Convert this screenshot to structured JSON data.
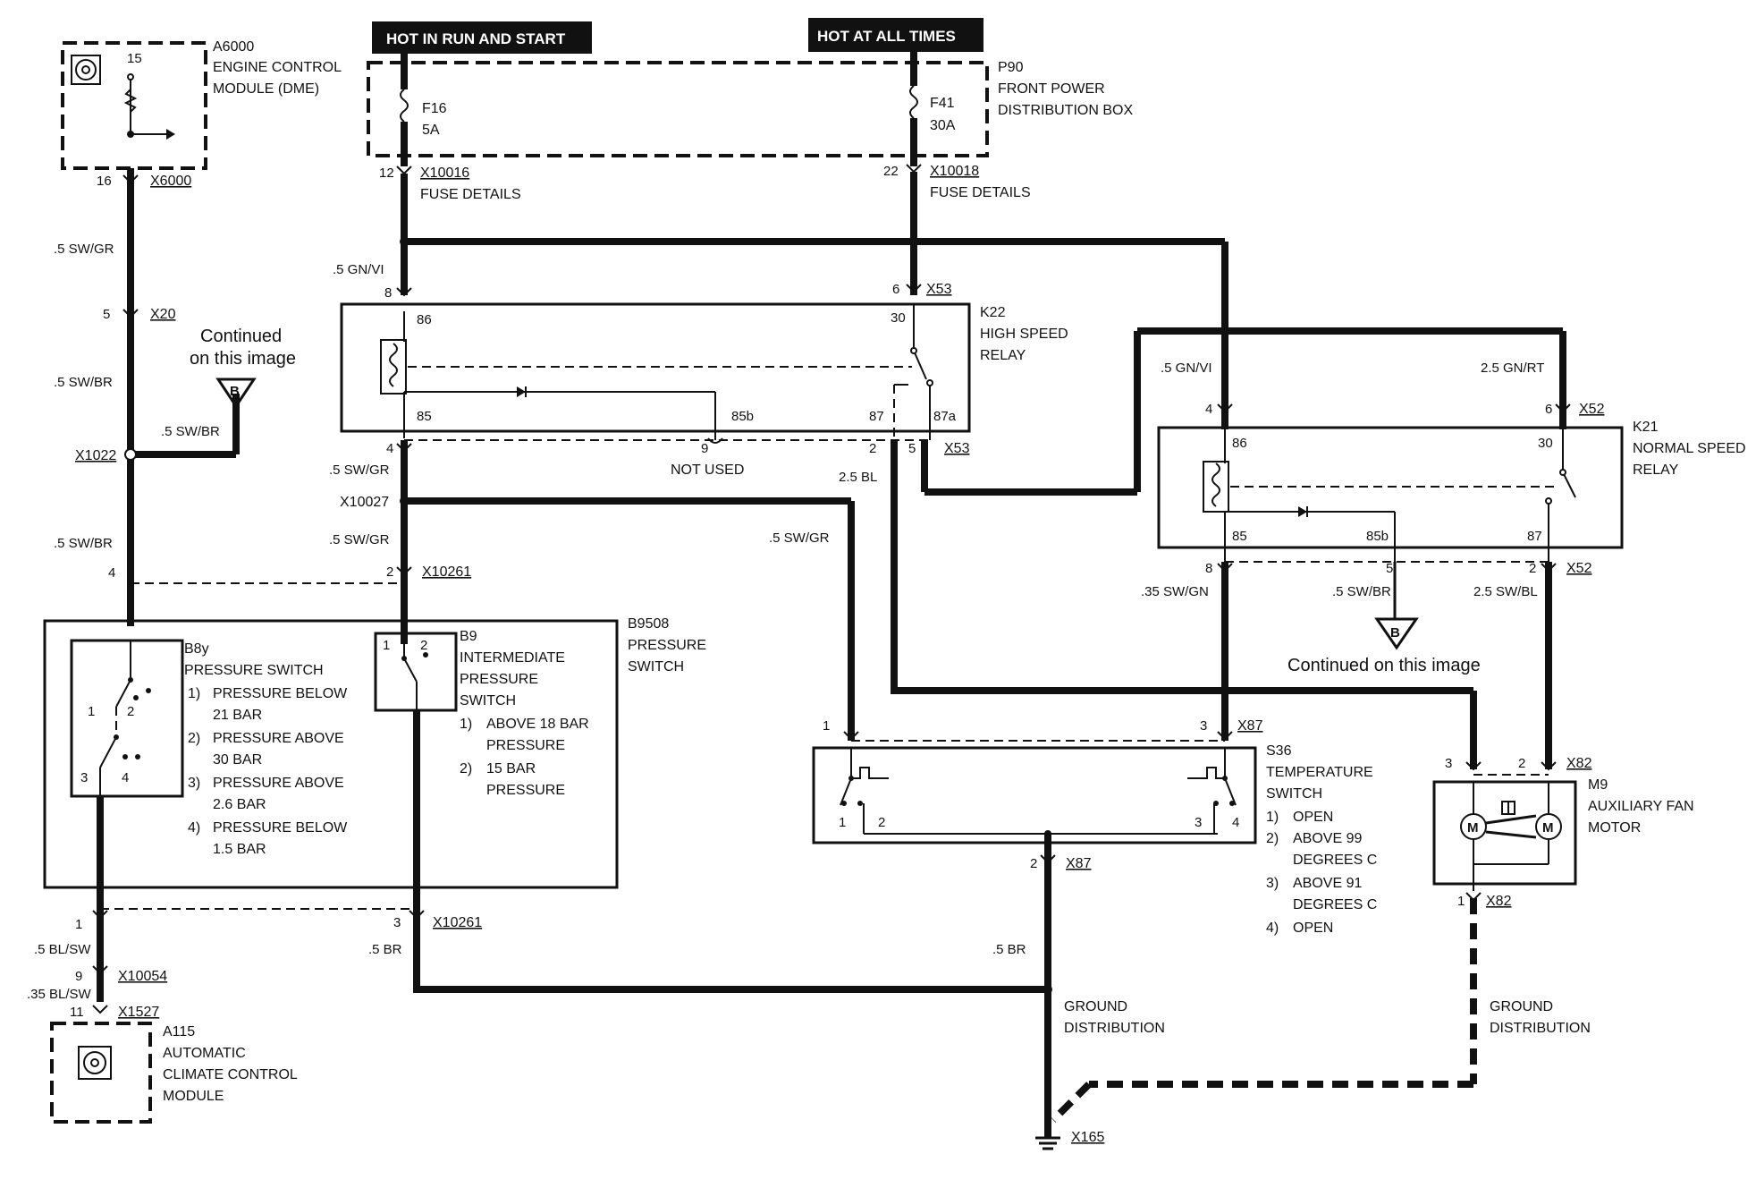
{
  "power": {
    "hot_run_start": "HOT IN RUN AND START",
    "hot_all_times": "HOT AT ALL TIMES"
  },
  "components": {
    "ecm": {
      "id": "A6000",
      "line1": "ENGINE CONTROL",
      "line2": "MODULE (DME)",
      "pin": "15"
    },
    "fuse_box": {
      "id": "P90",
      "line1": "FRONT POWER",
      "line2": "DISTRIBUTION BOX"
    },
    "f16": {
      "id": "F16",
      "rating": "5A"
    },
    "f41": {
      "id": "F41",
      "rating": "30A"
    },
    "k22": {
      "id": "K22",
      "line1": "HIGH SPEED",
      "line2": "RELAY",
      "p86": "86",
      "p30": "30",
      "p85": "85",
      "p85b": "85b",
      "p87": "87",
      "p87a": "87a"
    },
    "k21": {
      "id": "K21",
      "line1": "NORMAL SPEED",
      "line2": "RELAY",
      "p86": "86",
      "p30": "30",
      "p85": "85",
      "p85b": "85b",
      "p87": "87"
    },
    "b9508": {
      "id": "B9508",
      "line1": "PRESSURE",
      "line2": "SWITCH"
    },
    "b8y": {
      "id": "B8y",
      "title": "PRESSURE SWITCH",
      "items": [
        {
          "n": "1)",
          "l1": "PRESSURE BELOW",
          "l2": "21 BAR"
        },
        {
          "n": "2)",
          "l1": "PRESSURE ABOVE",
          "l2": "30 BAR"
        },
        {
          "n": "3)",
          "l1": "PRESSURE ABOVE",
          "l2": "2.6 BAR"
        },
        {
          "n": "4)",
          "l1": "PRESSURE BELOW",
          "l2": "1.5 BAR"
        }
      ],
      "c1": "1",
      "c2": "2",
      "c3": "3",
      "c4": "4"
    },
    "b9": {
      "id": "B9",
      "line1": "INTERMEDIATE",
      "line2": "PRESSURE",
      "line3": "SWITCH",
      "items": [
        {
          "n": "1)",
          "l1": "ABOVE 18 BAR",
          "l2": "PRESSURE"
        },
        {
          "n": "2)",
          "l1": "15 BAR",
          "l2": "PRESSURE"
        }
      ],
      "c1": "1",
      "c2": "2"
    },
    "s36": {
      "id": "S36",
      "line1": "TEMPERATURE",
      "line2": "SWITCH",
      "items": [
        {
          "n": "1)",
          "l1": "OPEN",
          "l2": ""
        },
        {
          "n": "2)",
          "l1": "ABOVE 99",
          "l2": "DEGREES C"
        },
        {
          "n": "3)",
          "l1": "ABOVE 91",
          "l2": "DEGREES C"
        },
        {
          "n": "4)",
          "l1": "OPEN",
          "l2": ""
        }
      ],
      "c1": "1",
      "c2": "2",
      "c3": "3",
      "c4": "4"
    },
    "m9": {
      "id": "M9",
      "line1": "AUXILIARY FAN",
      "line2": "MOTOR",
      "m": "M"
    },
    "a115": {
      "id": "A115",
      "line1": "AUTOMATIC",
      "line2": "CLIMATE CONTROL",
      "line3": "MODULE"
    }
  },
  "connectors": {
    "x6000": "X6000",
    "x10016": "X10016",
    "x10018": "X10018",
    "fuse_details": "FUSE DETAILS",
    "x53": "X53",
    "x20": "X20",
    "x1022": "X1022",
    "x10027": "X10027",
    "x10261": "X10261",
    "x52": "X52",
    "x87": "X87",
    "x82": "X82",
    "x10054": "X10054",
    "x1527": "X1527",
    "x165": "X165",
    "not_used": "NOT USED"
  },
  "pins": {
    "p16": "16",
    "p12": "12",
    "p22": "22",
    "p8": "8",
    "p6": "6",
    "p5": "5",
    "p4": "4",
    "p2": "2",
    "p9": "9",
    "p1": "1",
    "p3": "3",
    "p11": "11"
  },
  "wires": {
    "sw_gr": ".5 SW/GR",
    "sw_br": ".5 SW/BR",
    "gn_vi": ".5 GN/VI",
    "bl_2_5": "2.5 BL",
    "gn_rt": "2.5 GN/RT",
    "sw_gn": ".35 SW/GN",
    "sw_bl": "2.5 SW/BL",
    "bl_sw": ".5 BL/SW",
    "bl_sw_35": ".35 BL/SW",
    "br": ".5 BR"
  },
  "offpage": {
    "continued": "Continued",
    "on_image": "on this image",
    "continued_full": "Continued on this image",
    "marker": "B"
  },
  "ground": {
    "line1": "GROUND",
    "line2": "DISTRIBUTION"
  }
}
